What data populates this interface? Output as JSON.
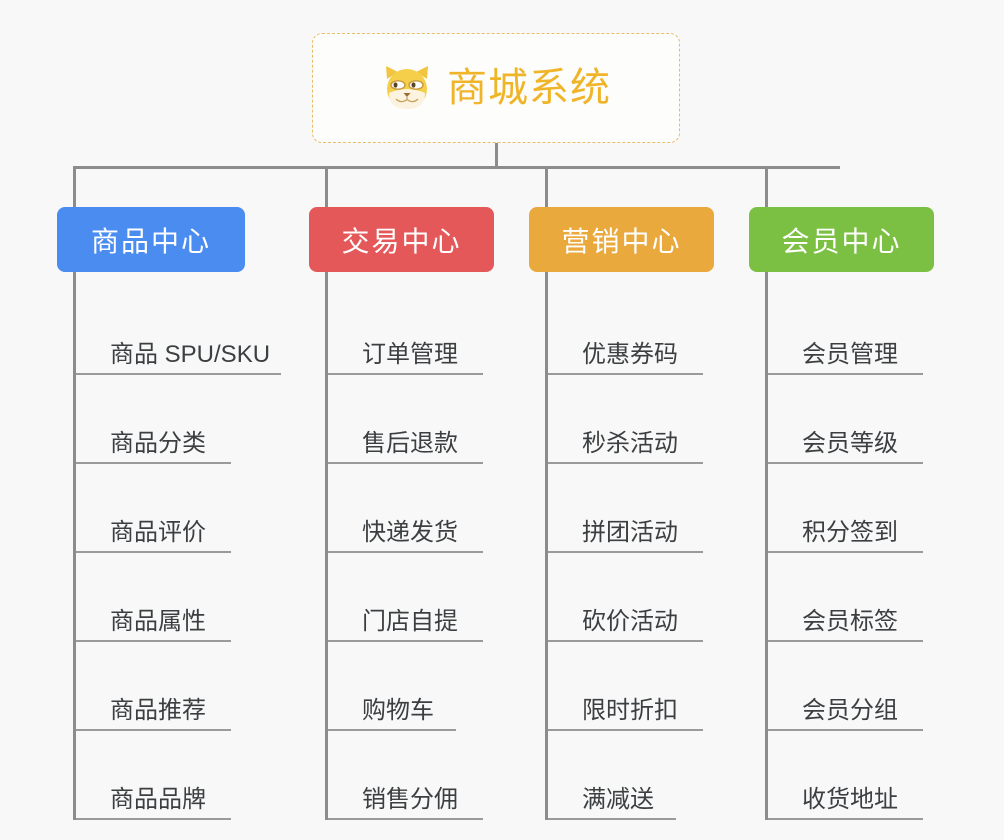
{
  "page": {
    "background_color": "#f8f8f8",
    "title": "商城系统"
  },
  "root": {
    "label": "商城系统",
    "icon": "shiba-dog-icon",
    "text_color": "#f0b429",
    "border_color": "#e8bd6a",
    "background_color": "#fdfdfb"
  },
  "connector_color": "#8c8c8c",
  "columns": [
    {
      "label": "商品中心",
      "color": "#4a8cf0",
      "underline_widths": [
        205,
        155,
        155,
        155,
        155,
        155
      ],
      "items": [
        {
          "label": "商品 SPU/SKU"
        },
        {
          "label": "商品分类"
        },
        {
          "label": "商品评价"
        },
        {
          "label": "商品属性"
        },
        {
          "label": "商品推荐"
        },
        {
          "label": "商品品牌"
        }
      ]
    },
    {
      "label": "交易中心",
      "color": "#e4585a",
      "underline_widths": [
        155,
        155,
        155,
        155,
        128,
        155
      ],
      "items": [
        {
          "label": "订单管理"
        },
        {
          "label": "售后退款"
        },
        {
          "label": "快递发货"
        },
        {
          "label": "门店自提"
        },
        {
          "label": "购物车"
        },
        {
          "label": "销售分佣"
        }
      ]
    },
    {
      "label": "营销中心",
      "color": "#eaa93c",
      "underline_widths": [
        155,
        155,
        155,
        155,
        155,
        128
      ],
      "items": [
        {
          "label": "优惠券码"
        },
        {
          "label": "秒杀活动"
        },
        {
          "label": "拼团活动"
        },
        {
          "label": "砍价活动"
        },
        {
          "label": "限时折扣"
        },
        {
          "label": "满减送"
        }
      ]
    },
    {
      "label": "会员中心",
      "color": "#7bc043",
      "underline_widths": [
        155,
        155,
        155,
        155,
        155,
        155
      ],
      "items": [
        {
          "label": "会员管理"
        },
        {
          "label": "会员等级"
        },
        {
          "label": "积分签到"
        },
        {
          "label": "会员标签"
        },
        {
          "label": "会员分组"
        },
        {
          "label": "收货地址"
        }
      ]
    }
  ]
}
